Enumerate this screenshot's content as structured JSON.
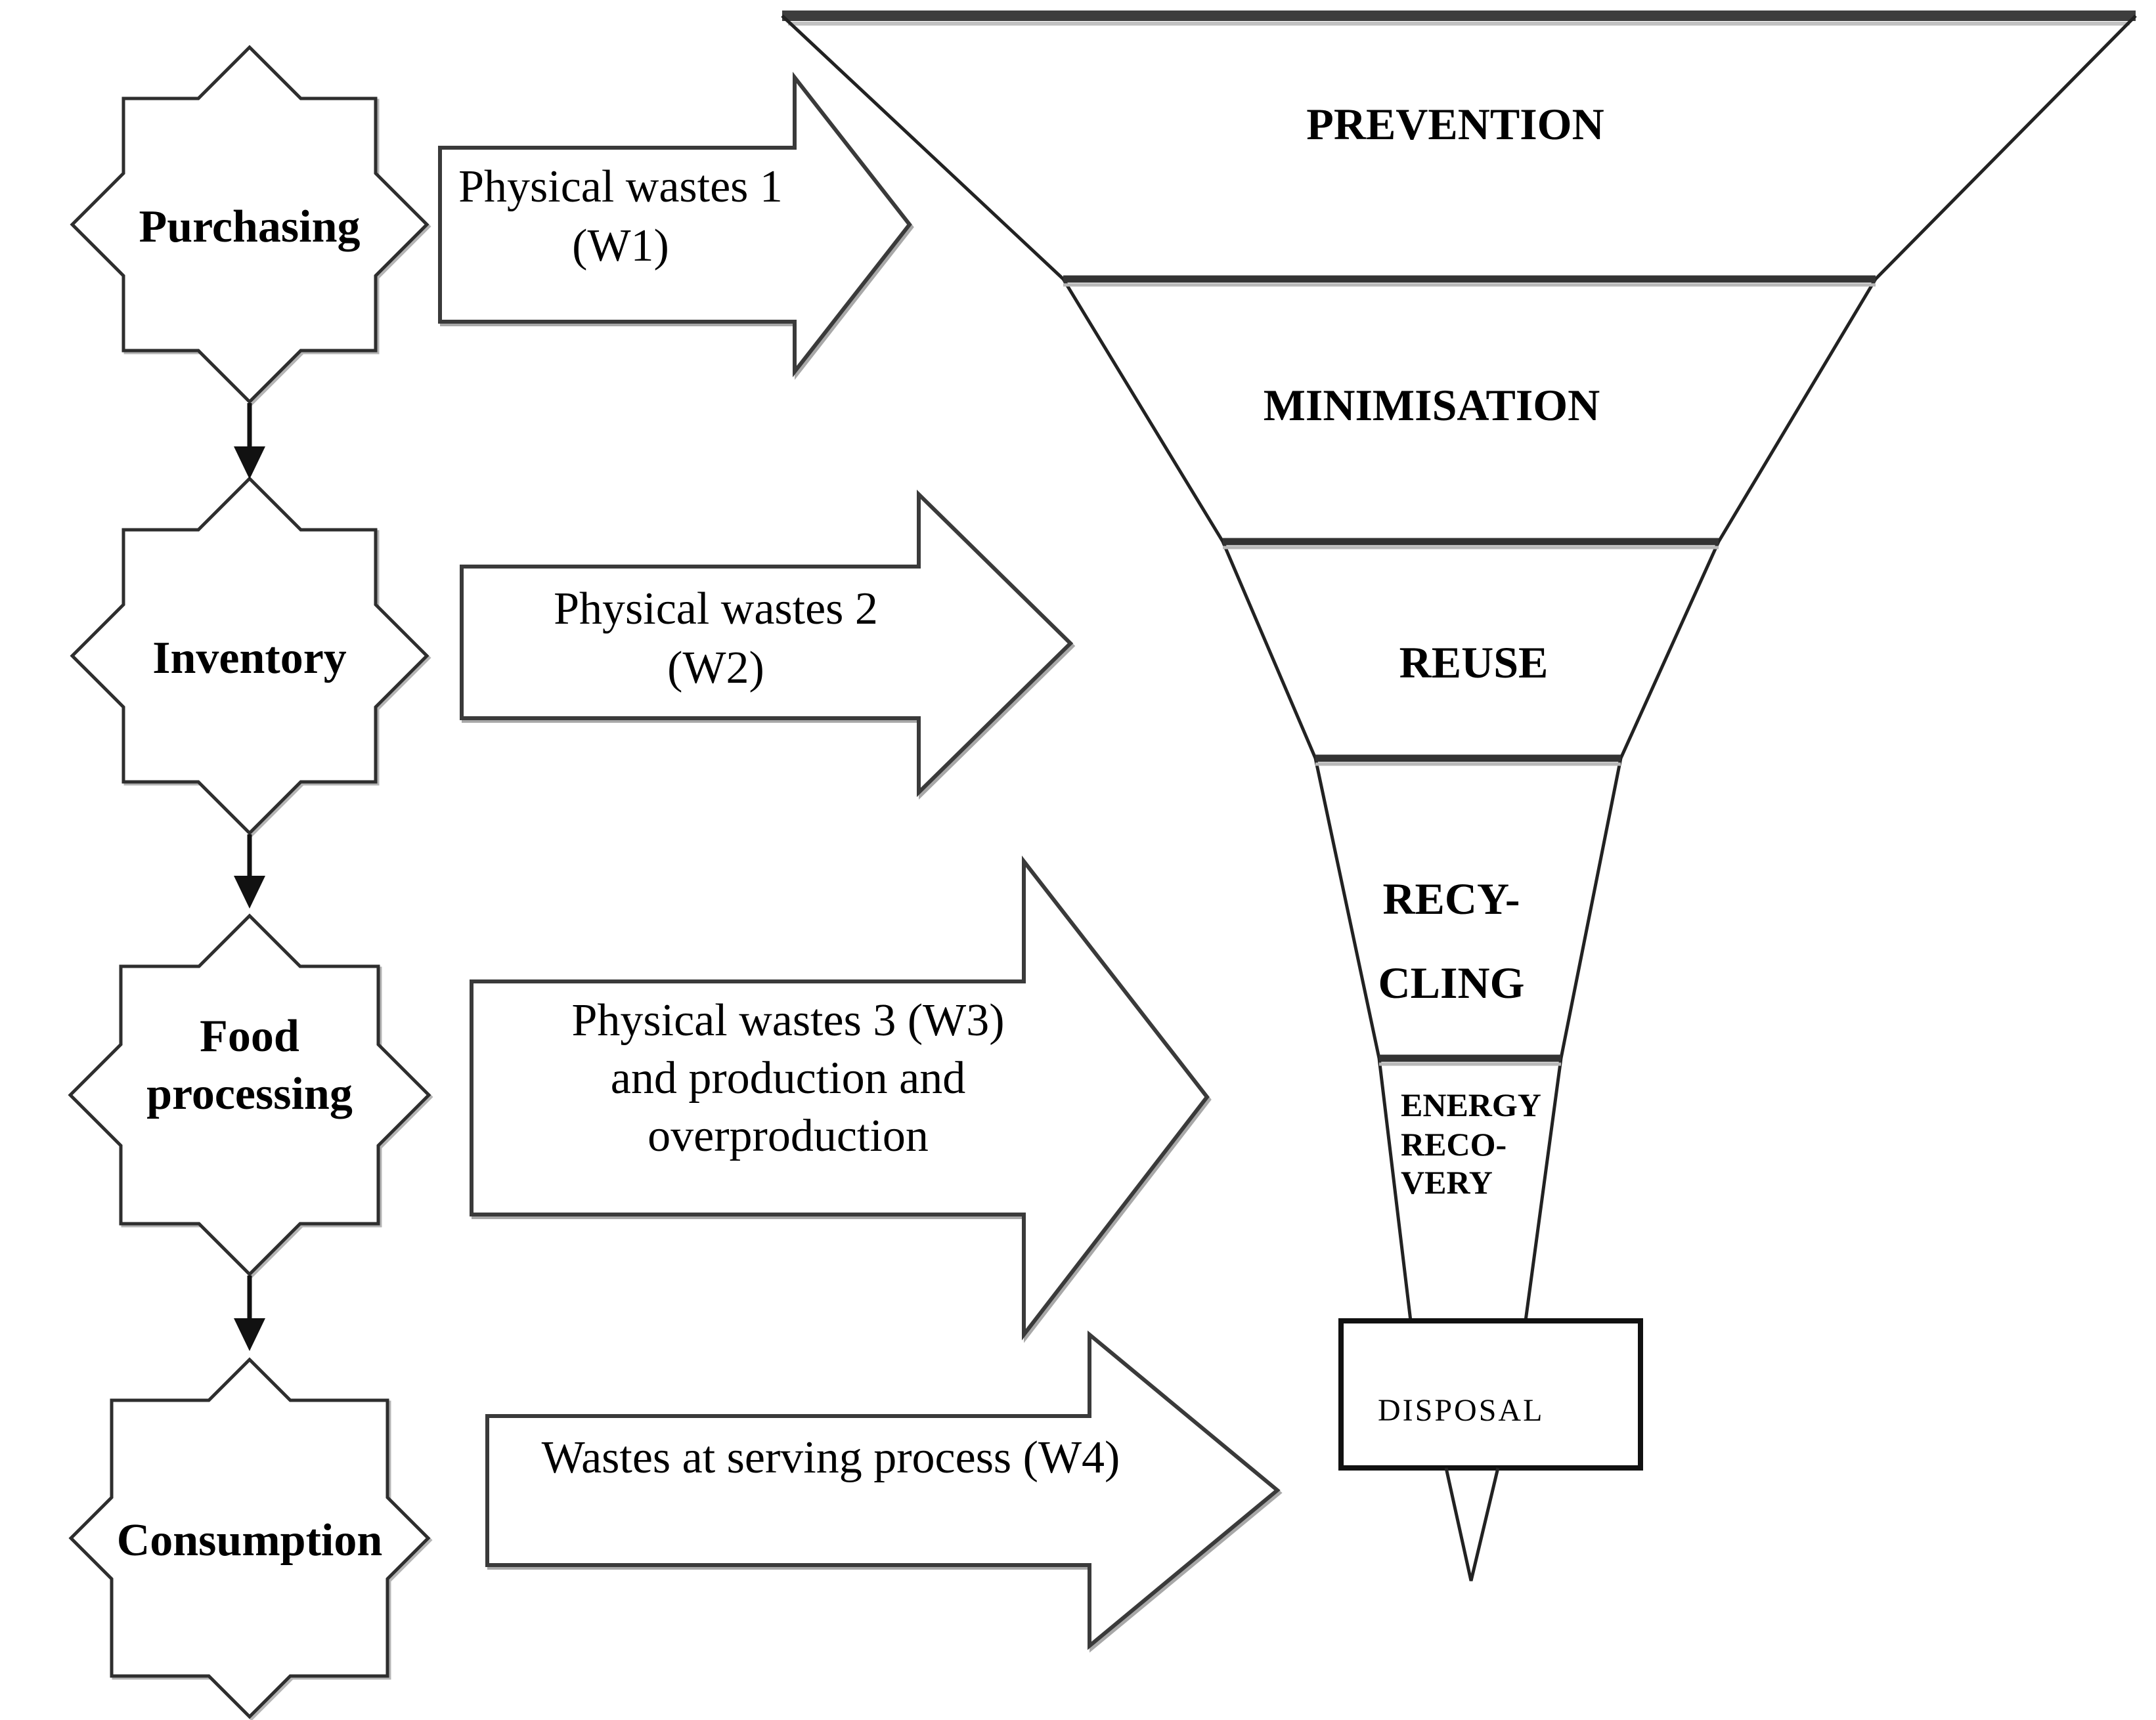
{
  "colors": {
    "ink": "#000000",
    "outline": "#2e2e2e",
    "shadow": "#b8b8b8",
    "background": "#ffffff"
  },
  "stages": [
    {
      "label": "Purchasing"
    },
    {
      "label": "Inventory"
    },
    {
      "lines": [
        "Food",
        "processing"
      ]
    },
    {
      "label": "Consumption"
    }
  ],
  "arrows": [
    {
      "lines": [
        "Physical wastes 1",
        "(W1)"
      ]
    },
    {
      "lines": [
        "Physical wastes 2",
        "(W2)"
      ]
    },
    {
      "lines": [
        "Physical wastes 3 (W3)",
        "and production and",
        "overproduction"
      ]
    },
    {
      "lines": [
        "Wastes at serving process (W4)"
      ]
    }
  ],
  "funnel": {
    "levels": [
      {
        "label": "PREVENTION"
      },
      {
        "label": "MINIMISATION"
      },
      {
        "label": "REUSE"
      },
      {
        "lines": [
          "RECY-",
          "CLING"
        ]
      },
      {
        "lines": [
          "ENERGY",
          "RECO-",
          "VERY"
        ]
      },
      {
        "label": "DISPOSAL"
      }
    ]
  }
}
